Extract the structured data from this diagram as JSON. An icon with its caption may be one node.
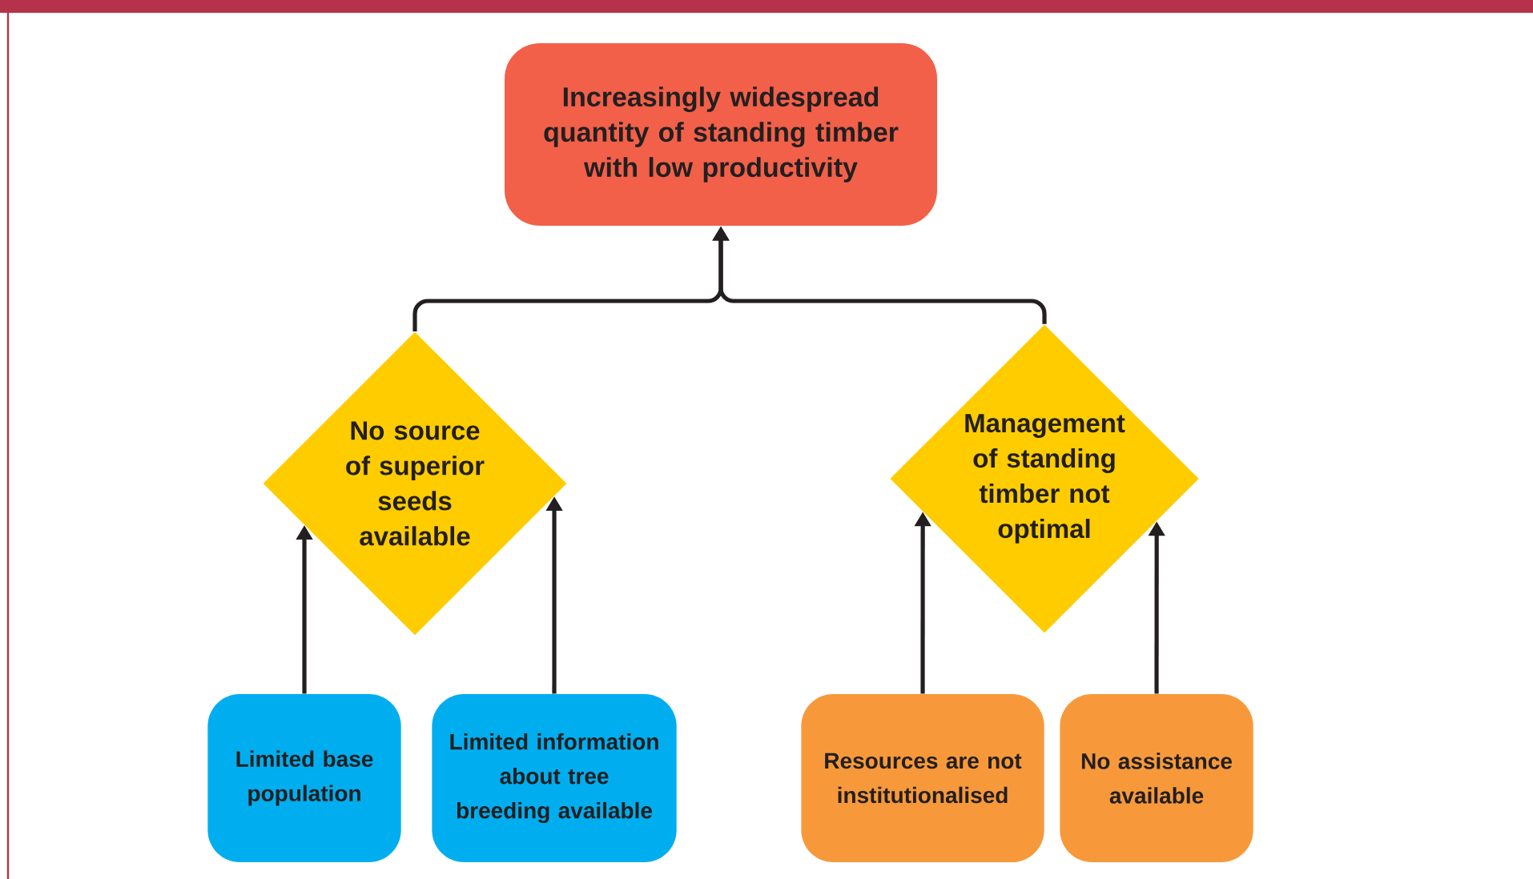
{
  "diagram": {
    "nodes": [
      {
        "text": [
          "Increasingly widespread quantity of standing timber with low productivity"
        ]
      },
      {
        "text": [
          "No source of superior seeds available"
        ]
      },
      {
        "text": [
          "Management of standing timber not optimal"
        ]
      },
      {
        "text": [
          "Limited base population"
        ]
      },
      {
        "text": [
          "Limited information about tree breeding available"
        ]
      },
      {
        "text": [
          "Resources are not institutionalised"
        ]
      },
      {
        "text": [
          "No assistance available"
        ]
      }
    ],
    "edges": [
      {
        "from": 1,
        "to": 0,
        "arrow": "to"
      },
      {
        "from": 2,
        "to": 0,
        "arrow": "to"
      },
      {
        "from": 3,
        "to": 1,
        "arrow": "to"
      },
      {
        "from": 4,
        "to": 1,
        "arrow": "to"
      },
      {
        "from": 5,
        "to": 2,
        "arrow": "to"
      },
      {
        "from": 6,
        "to": 2,
        "arrow": "to"
      }
    ]
  }
}
